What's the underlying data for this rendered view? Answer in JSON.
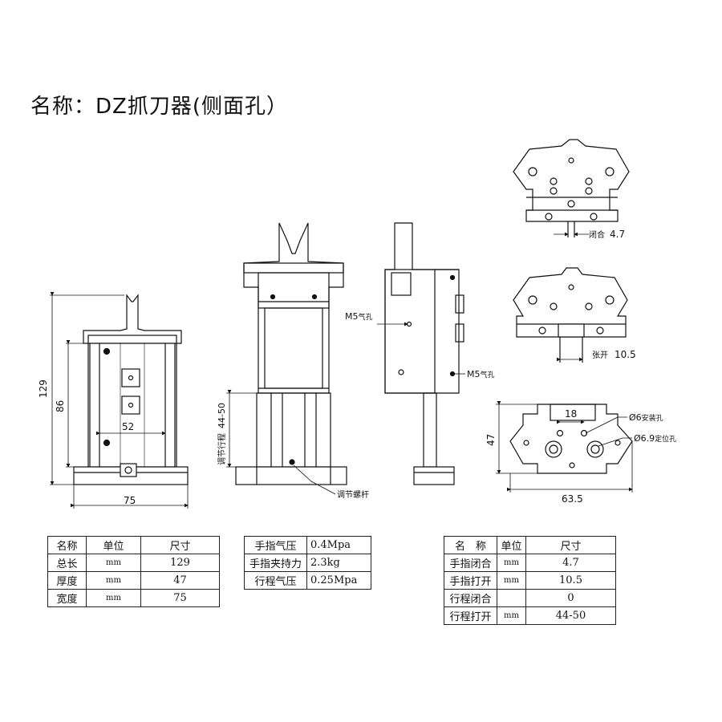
{
  "title": "名称：DZ抓刀器(侧面孔）",
  "dimensions": {
    "overall_height": "129",
    "body_height": "86",
    "body_width": "52",
    "base_width": "75",
    "stroke": "44-50",
    "stroke_label": "调节行程",
    "adjust_screw": "调节螺杆",
    "closed_gap": "4.7",
    "closed_label": "闭合",
    "open_gap": "10.5",
    "open_label": "张开",
    "mount_spacing": "18",
    "mount_hole": "Ø6",
    "mount_hole_label": "安装孔",
    "locate_hole": "Ø6.9",
    "locate_hole_label": "定位孔",
    "bottom_height": "47",
    "bottom_width": "63.5",
    "air_port": "M5",
    "air_port_label": "气孔"
  },
  "tables": {
    "dimensions": {
      "headers": [
        "名称",
        "单位",
        "尺寸"
      ],
      "rows": [
        [
          "总长",
          "mm",
          "129"
        ],
        [
          "厚度",
          "mm",
          "47"
        ],
        [
          "宽度",
          "mm",
          "75"
        ]
      ]
    },
    "performance": {
      "rows": [
        [
          "手指气压",
          "0.4Mpa"
        ],
        [
          "手指夹持力",
          "2.3kg"
        ],
        [
          "行程气压",
          "0.25Mpa"
        ]
      ]
    },
    "stroke": {
      "headers": [
        "名　称",
        "单位",
        "尺寸"
      ],
      "rows": [
        [
          "手指闭合",
          "mm",
          "4.7"
        ],
        [
          "手指打开",
          "mm",
          "10.5"
        ],
        [
          "行程闭合",
          "",
          "0"
        ],
        [
          "行程打开",
          "mm",
          "44-50"
        ]
      ]
    }
  }
}
